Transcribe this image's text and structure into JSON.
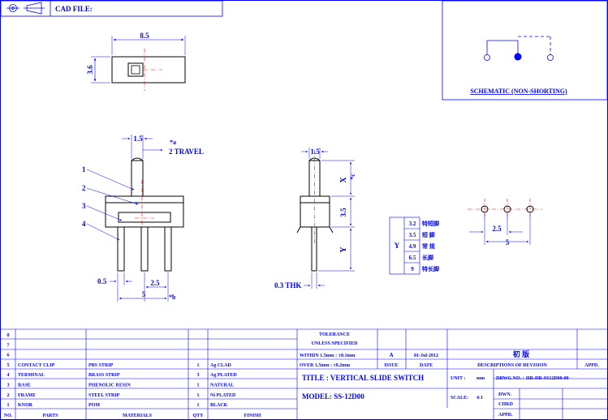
{
  "header": {
    "cad_file_label": "CAD FILE:"
  },
  "schematic": {
    "title": "SCHEMATIC (NON-SHORTING)"
  },
  "top_view": {
    "width_dim": "8.5",
    "height_dim": "3.6"
  },
  "front_view": {
    "dim_15": "1.5",
    "travel_ref": "*a",
    "travel": "2 TRAVEL",
    "dim_05": "0.5",
    "dim_25": "2.5",
    "dim_5": "5",
    "ref_b": "*b",
    "callouts": [
      "1",
      "2",
      "3",
      "4"
    ]
  },
  "side_view": {
    "dim_15": "1.5",
    "x_label": "X",
    "ref_c": "*c",
    "dim_35": "3.5",
    "y_label": "Y",
    "thk": "0.3 THK"
  },
  "y_table": {
    "label": "Y",
    "rows": [
      {
        "value": "3.2",
        "desc": "特短脚"
      },
      {
        "value": "3.5",
        "desc": "短 脚"
      },
      {
        "value": "4.9",
        "desc": "常 规"
      },
      {
        "value": "6.5",
        "desc": "长脚"
      },
      {
        "value": "9",
        "desc": "特长脚"
      }
    ]
  },
  "pcb": {
    "dim_25": "2.5",
    "dim_5": "5"
  },
  "bom": {
    "headers": {
      "no": "NO.",
      "parts": "PARTS",
      "materials": "MATERIALS",
      "qty": "QTY",
      "finish": "FINISH"
    },
    "rows": [
      {
        "no": "8",
        "parts": "",
        "materials": "",
        "qty": "",
        "finish": ""
      },
      {
        "no": "7",
        "parts": "",
        "materials": "",
        "qty": "",
        "finish": ""
      },
      {
        "no": "6",
        "parts": "",
        "materials": "",
        "qty": "",
        "finish": ""
      },
      {
        "no": "5",
        "parts": "CONTACT CLIP",
        "materials": "PBS STRIP",
        "qty": "1",
        "finish": "Ag CLAD"
      },
      {
        "no": "4",
        "parts": "TERMINAL",
        "materials": "BRASS STRIP",
        "qty": "3",
        "finish": "Ag PLATED"
      },
      {
        "no": "3",
        "parts": "BASE",
        "materials": "PHENOLIC RESIN",
        "qty": "1",
        "finish": "NATURAL"
      },
      {
        "no": "2",
        "parts": "FRAME",
        "materials": "STEEL STRIP",
        "qty": "1",
        "finish": "Ni PLATED"
      },
      {
        "no": "1",
        "parts": "KNOB",
        "materials": "POM",
        "qty": "1",
        "finish": "BLACK"
      }
    ]
  },
  "tolerance": {
    "line1": "TOLERANCE",
    "line2": "UNLESS SPECIFIED",
    "line3": "WITHIN 1.5mm : ±0.1mm",
    "line4": "OVER 1.5mm : ±0.2mm"
  },
  "revision": {
    "rev": "A",
    "date": "01-Jul-2012",
    "desc": "初 版",
    "issue_label": "ISSUE",
    "date_label": "DATE",
    "desc_label": "DESCRIPTIONS OF REVISION",
    "appd_label": "APPD."
  },
  "title_block": {
    "title": "TITLE : VERTICAL SLIDE SWITCH",
    "model": "MODEL: SS-12D00",
    "unit_label": "UNIT :",
    "unit": "mm",
    "scale_label": "SCALE:",
    "scale": "4:1",
    "drwg_label": "DRWG NO. :",
    "drwg": "HR-DR-SS12D00-00",
    "dwn_label": "DWN.",
    "chkd_label": "CHKD",
    "appd_label": "APPD."
  }
}
